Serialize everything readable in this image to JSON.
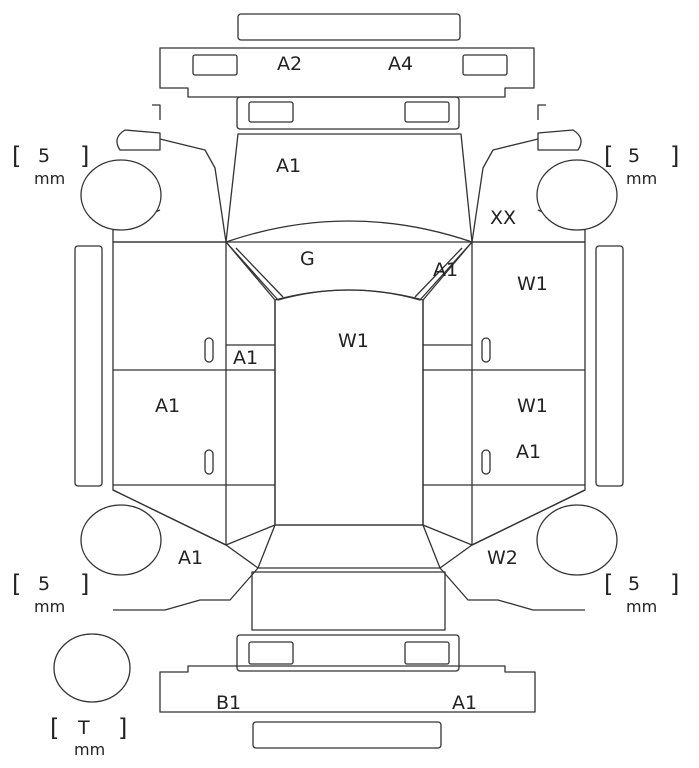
{
  "codes": {
    "front_bumper_a2": "A2",
    "front_bumper_a4": "A4",
    "hood": "A1",
    "front_right_fender": "XX",
    "windshield": "G",
    "right_pillar": "A1",
    "roof": "W1",
    "right_front_door": "W1",
    "left_pillar": "A1",
    "left_doors": "A1",
    "right_rear_door_upper": "W1",
    "right_rear_door_lower": "A1",
    "left_rear_quarter": "A1",
    "right_rear_quarter": "W2",
    "rear_bumper_left": "B1",
    "rear_bumper_right": "A1"
  },
  "tires": {
    "front_left": {
      "value": "5",
      "unit": "mm",
      "open": "[",
      "close": "]"
    },
    "front_right": {
      "value": "5",
      "unit": "mm",
      "open": "[",
      "close": "]"
    },
    "rear_left": {
      "value": "5",
      "unit": "mm",
      "open": "[",
      "close": "]"
    },
    "rear_right": {
      "value": "5",
      "unit": "mm",
      "open": "[",
      "close": "]"
    },
    "spare": {
      "value": "T",
      "unit": "mm",
      "open": "[",
      "close": "]"
    }
  }
}
